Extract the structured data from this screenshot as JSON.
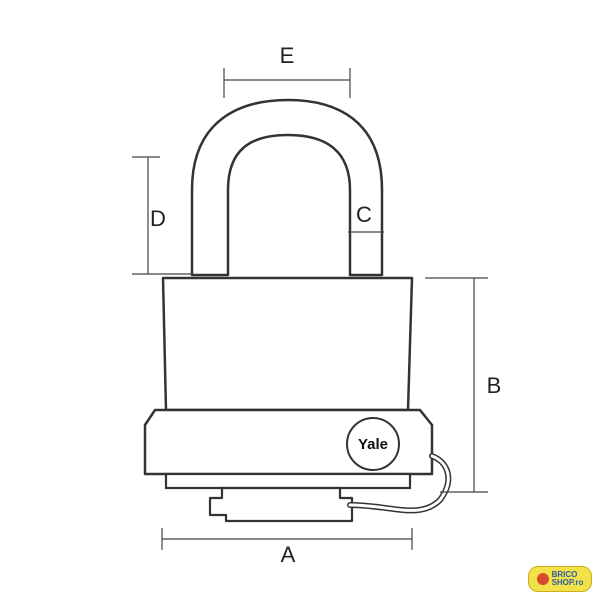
{
  "dimensions": {
    "A": "A",
    "B": "B",
    "C": "C",
    "D": "D",
    "E": "E"
  },
  "brand": {
    "logo": "Yale"
  },
  "watermark": {
    "line1": "BRICO",
    "line2": "SHOP.ro"
  },
  "colors": {
    "outline": "#333333",
    "dimension": "#444444",
    "badge": "#f3e14a"
  }
}
